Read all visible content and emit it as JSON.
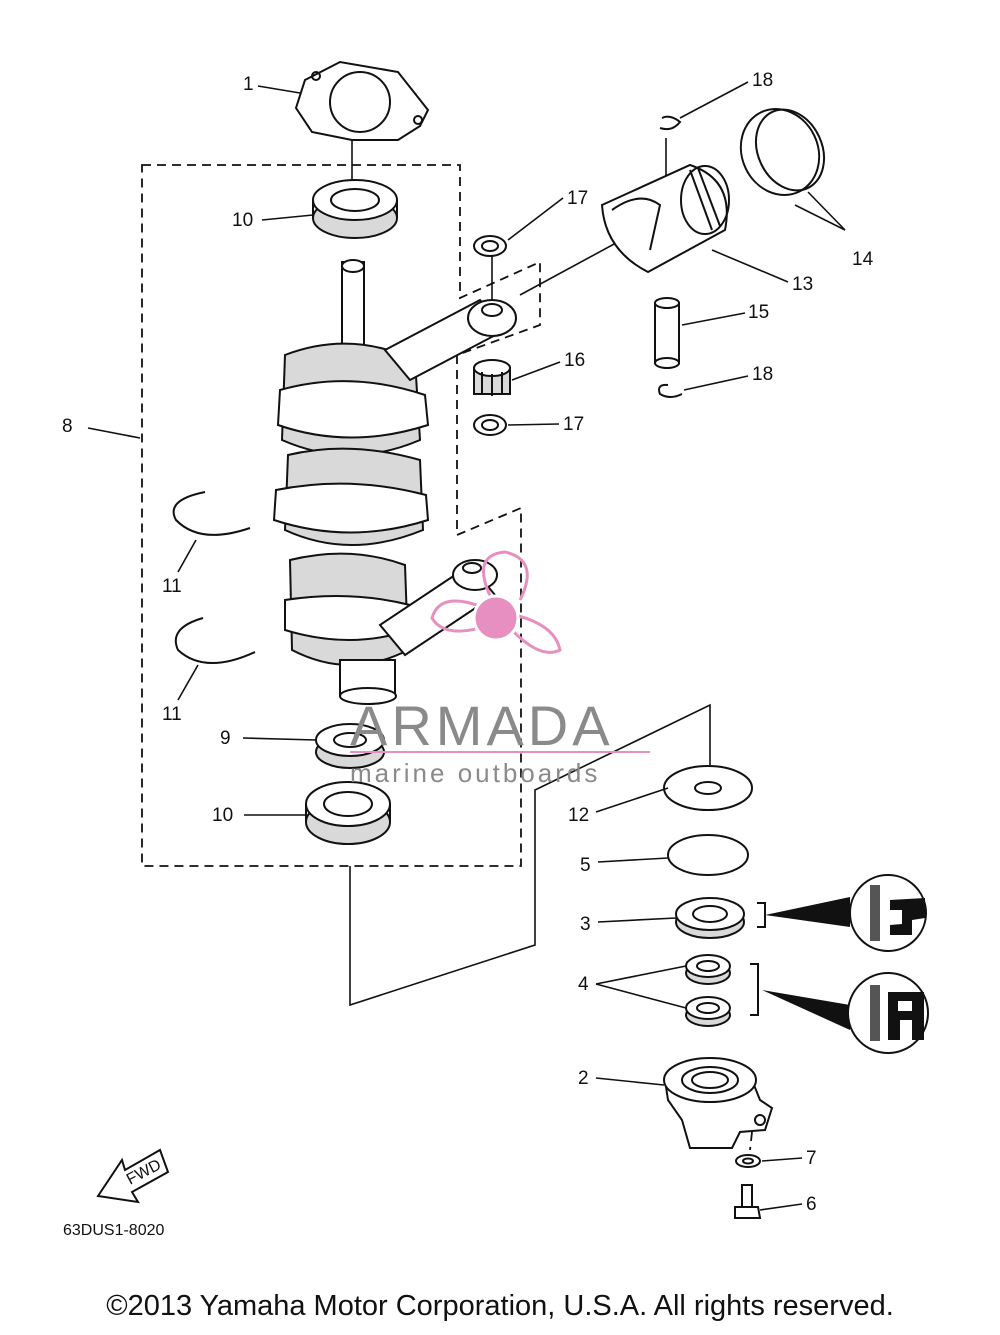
{
  "diagram": {
    "drawing_code": "63DUS1-8020",
    "fwd_label": "FWD",
    "watermark": {
      "brand": "ARMADA",
      "tagline": "marine outboards",
      "logo_color": "#e68fc0"
    },
    "callouts": [
      "1",
      "10",
      "18",
      "17",
      "14",
      "13",
      "15",
      "16",
      "18",
      "17",
      "8",
      "11",
      "11",
      "9",
      "10",
      "12",
      "5",
      "3",
      "4",
      "2",
      "7",
      "6"
    ]
  },
  "footer": {
    "copyright": "©2013 Yamaha Motor Corporation, U.S.A. All rights reserved."
  }
}
